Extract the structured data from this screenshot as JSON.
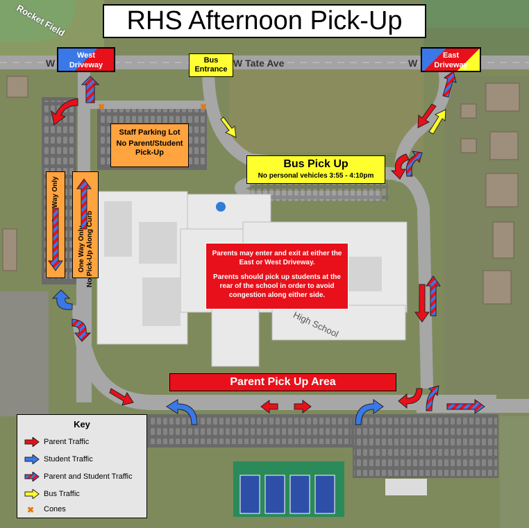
{
  "title": "RHS Afternoon Pick-Up",
  "streets": {
    "left_prefix": "W",
    "west_driveway_suffix": "W",
    "tate": "W Tate Ave",
    "tate_prefix": "W"
  },
  "field_label": "Rocket Field",
  "west_driveway": {
    "line1": "West",
    "line2": "Driveway"
  },
  "east_driveway": {
    "line1": "East",
    "line2": "Driveway"
  },
  "bus_entrance": {
    "line1": "Bus",
    "line2": "Entrance"
  },
  "staff_parking": {
    "line1": "Staff Parking Lot",
    "line2": "No Parent/Student",
    "line3": "Pick-Up"
  },
  "bus_pickup": {
    "title": "Bus Pick Up",
    "subtitle": "No personal vehicles 3:55 - 4:10pm"
  },
  "one_way_left": "One Way Only",
  "one_way_right": {
    "line1": "One Way Only",
    "line2": "No Pick-Up Along Curb"
  },
  "notice": {
    "para1": "Parents may enter and exit at either the East or West Driveway.",
    "para2": "Parents should pick up students at the rear of the school in order to avoid congestion along either side."
  },
  "parent_pickup_area": "Parent Pick Up Area",
  "school_label": "High School",
  "colors": {
    "parent": "#e8101a",
    "student": "#3b78e7",
    "bus": "#ffff2e",
    "cones": "#e07a10",
    "label_orange": "#ffa43f"
  },
  "key": {
    "title": "Key",
    "items": [
      {
        "label": "Parent Traffic",
        "icon": "parent-arrow-icon"
      },
      {
        "label": "Student Traffic",
        "icon": "student-arrow-icon"
      },
      {
        "label": "Parent and Student Traffic",
        "icon": "parent-student-arrow-icon"
      },
      {
        "label": "Bus Traffic",
        "icon": "bus-arrow-icon"
      },
      {
        "label": "Cones",
        "icon": "cone-icon"
      }
    ]
  }
}
